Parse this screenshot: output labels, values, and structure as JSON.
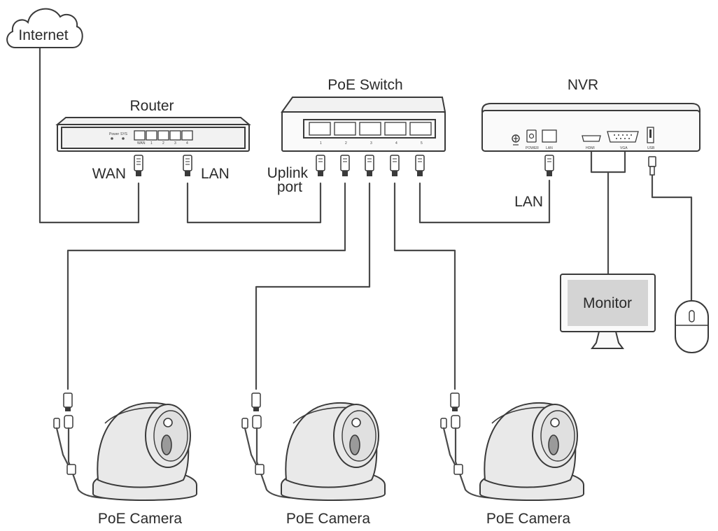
{
  "labels": {
    "internet": "Internet",
    "router": "Router",
    "poe_switch": "PoE Switch",
    "nvr": "NVR",
    "wan": "WAN",
    "lan_router": "LAN",
    "uplink_line1": "Uplink",
    "uplink_line2": "port",
    "lan_nvr": "LAN",
    "monitor": "Monitor",
    "camera1": "PoE Camera",
    "camera2": "PoE Camera",
    "camera3": "PoE Camera"
  },
  "router_panel": {
    "power": "Power",
    "sys": "SYS",
    "wan": "WAN",
    "p1": "1",
    "p2": "2",
    "p3": "3",
    "p4": "4"
  },
  "switch_ports": [
    "1",
    "2",
    "3",
    "4",
    "5"
  ],
  "nvr_panel": {
    "power": "POWER",
    "lan": "LAN",
    "hdmi": "HDMI",
    "vga": "VGA",
    "usb": "USB"
  },
  "colors": {
    "line": "#4a4a4a",
    "monitor_screen": "#d4d4d4"
  }
}
